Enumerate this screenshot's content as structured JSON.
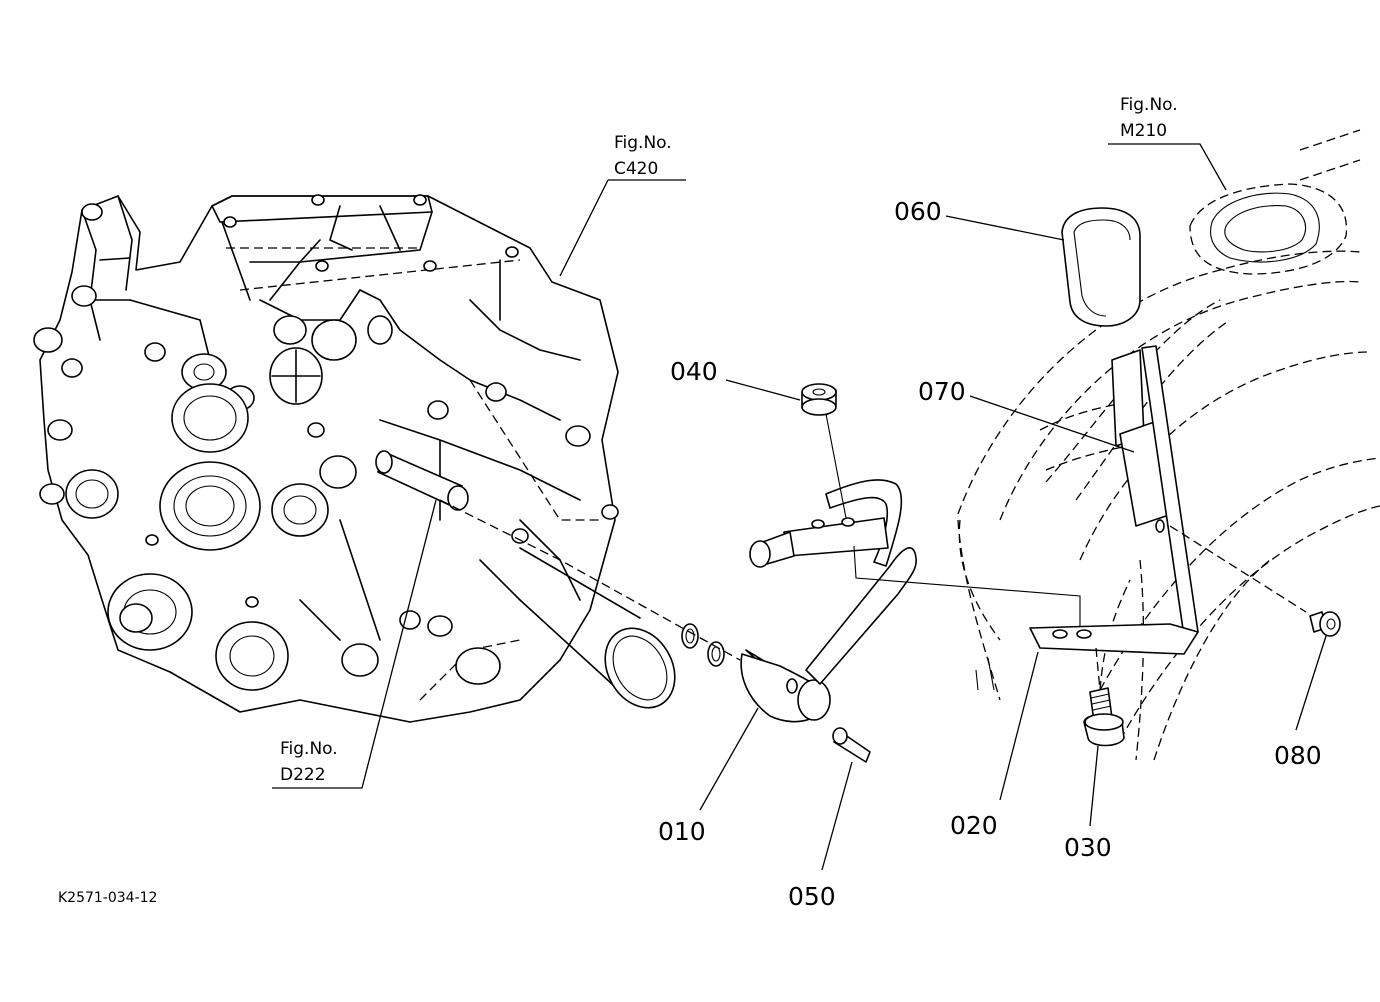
{
  "diagram_id": "K2571-034-12",
  "figure_refs": [
    {
      "no_label": "Fig.No.",
      "code": "C420"
    },
    {
      "no_label": "Fig.No.",
      "code": "M210"
    },
    {
      "no_label": "Fig.No.",
      "code": "D222"
    }
  ],
  "parts": [
    "010",
    "020",
    "030",
    "040",
    "050",
    "060",
    "070",
    "080"
  ]
}
